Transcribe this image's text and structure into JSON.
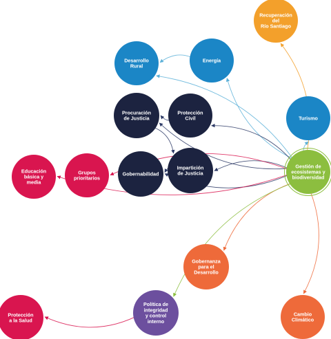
{
  "colors": {
    "blue": "#1b86c6",
    "navy": "#1c2340",
    "magenta": "#d9154f",
    "orange": "#ee6a3a",
    "amber": "#f3a02b",
    "purple": "#6c4f9e",
    "green": "#8cbe3f"
  },
  "nodes": [
    {
      "id": "recuperacion",
      "lines": [
        "Recuperación",
        "del",
        "Río Santiago"
      ],
      "color": "#f3a02b"
    },
    {
      "id": "desarrollo-rural",
      "lines": [
        "Desarrollo",
        "Rural"
      ],
      "color": "#1b86c6"
    },
    {
      "id": "energia",
      "lines": [
        "Energía"
      ],
      "color": "#1b86c6"
    },
    {
      "id": "procuracion",
      "lines": [
        "Procuración",
        "de Justicia"
      ],
      "color": "#1c2340"
    },
    {
      "id": "proteccion-civil",
      "lines": [
        "Protección",
        "Civil"
      ],
      "color": "#1c2340"
    },
    {
      "id": "turismo",
      "lines": [
        "Turismo"
      ],
      "color": "#1b86c6"
    },
    {
      "id": "educacion",
      "lines": [
        "Educación",
        "básica y",
        "media"
      ],
      "color": "#d9154f"
    },
    {
      "id": "grupos",
      "lines": [
        "Grupos",
        "prioritarios"
      ],
      "color": "#d9154f"
    },
    {
      "id": "gobernabilidad",
      "lines": [
        "Gobernabilidad"
      ],
      "color": "#1c2340"
    },
    {
      "id": "imparticion",
      "lines": [
        "Impartición",
        "de Justicia"
      ],
      "color": "#1c2340"
    },
    {
      "id": "gestion",
      "lines": [
        "Gestión de",
        "ecosistemas y",
        "biodiversidad"
      ],
      "color": "#8cbe3f"
    },
    {
      "id": "gobernanza",
      "lines": [
        "Gobernanza",
        "para el",
        "Desarrollo"
      ],
      "color": "#ee6a3a"
    },
    {
      "id": "politica",
      "lines": [
        "Política de",
        "integridad",
        "y control",
        "interno"
      ],
      "color": "#6c4f9e"
    },
    {
      "id": "proteccion-salud",
      "lines": [
        "Protección",
        "a la Salud"
      ],
      "color": "#d9154f"
    },
    {
      "id": "cambio-climatico",
      "lines": [
        "Cambio",
        "Climático"
      ],
      "color": "#ee6a3a"
    }
  ],
  "edges": [
    {
      "from": "gestion",
      "to": "recuperacion",
      "color": "#f3a02b"
    },
    {
      "from": "gestion",
      "to": "energia",
      "color": "#5bb0d8"
    },
    {
      "from": "gestion",
      "to": "desarrollo-rural",
      "color": "#5bb0d8"
    },
    {
      "from": "gestion",
      "to": "turismo",
      "color": "#5bb0d8"
    },
    {
      "from": "gestion",
      "to": "proteccion-civil",
      "color": "#2d3a66"
    },
    {
      "from": "gestion",
      "to": "procuracion",
      "color": "#2d3a66"
    },
    {
      "from": "gestion",
      "to": "imparticion",
      "color": "#2d3a66"
    },
    {
      "from": "gestion",
      "to": "gobernabilidad",
      "color": "#2d3a66"
    },
    {
      "from": "gestion",
      "to": "grupos",
      "color": "#d9154f"
    },
    {
      "from": "gestion",
      "to": "educacion",
      "color": "#d9154f"
    },
    {
      "from": "gestion",
      "to": "gobernanza",
      "color": "#ee6a3a"
    },
    {
      "from": "gestion",
      "to": "cambio-climatico",
      "color": "#ee6a3a"
    },
    {
      "from": "gestion",
      "to": "politica",
      "color": "#8cbe3f"
    },
    {
      "from": "politica",
      "to": "proteccion-salud",
      "color": "#d9154f"
    },
    {
      "from": "energia",
      "to": "desarrollo-rural",
      "color": "#5bb0d8"
    },
    {
      "from": "proteccion-civil",
      "to": "procuracion",
      "color": "#2d3a66"
    },
    {
      "from": "imparticion",
      "to": "gobernabilidad",
      "color": "#2d3a66"
    },
    {
      "from": "procuracion",
      "to": "imparticion",
      "color": "#2d3a66"
    }
  ]
}
